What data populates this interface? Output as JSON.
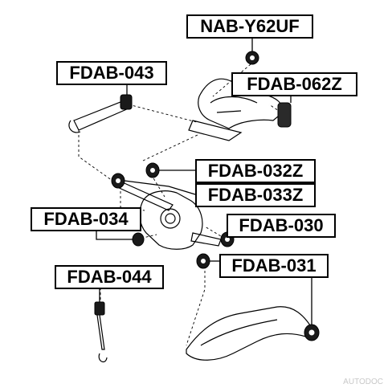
{
  "labels": {
    "nab_y62uf": "NAB-Y62UF",
    "fdab_043": "FDAB-043",
    "fdab_062z": "FDAB-062Z",
    "fdab_032z": "FDAB-032Z",
    "fdab_033z": "FDAB-033Z",
    "fdab_034": "FDAB-034",
    "fdab_030": "FDAB-030",
    "fdab_031": "FDAB-031",
    "fdab_044": "FDAB-044"
  },
  "watermark": "AUTODOC",
  "colors": {
    "line": "#000000",
    "background": "#ffffff",
    "bushing": "#1a1a1a"
  }
}
